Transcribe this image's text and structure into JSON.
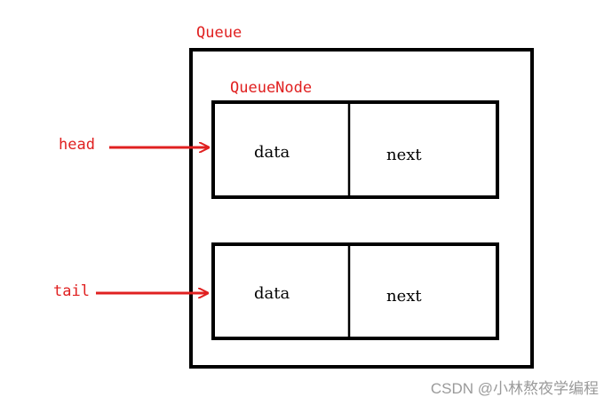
{
  "diagram": {
    "container_label": "Queue",
    "node_label": "QueueNode",
    "pointers": [
      {
        "label": "head"
      },
      {
        "label": "tail"
      }
    ],
    "nodes": [
      {
        "field1": "data",
        "field2": "next"
      },
      {
        "field1": "data",
        "field2": "next"
      }
    ],
    "watermark": "CSDN @小林熬夜学编程",
    "colors": {
      "accent": "#e02020",
      "stroke": "#000000",
      "watermark": "#9a9a9a"
    }
  }
}
